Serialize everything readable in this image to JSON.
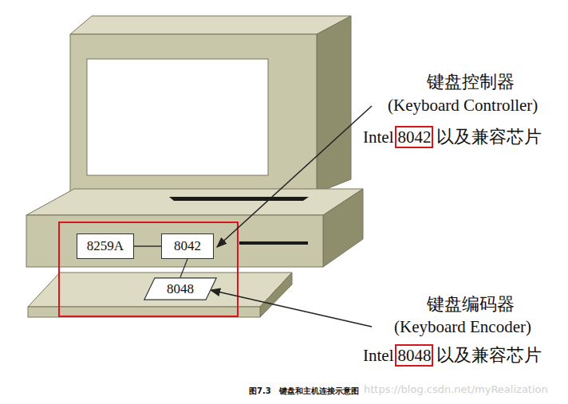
{
  "diagram": {
    "caption": "图7.3　键盘和主机连接示意图",
    "nodes": [
      {
        "text": [
          "8259A"
        ]
      },
      {
        "text": [
          "8042"
        ]
      },
      {
        "text": [
          "8048"
        ]
      },
      {
        "text": [
          "8042"
        ]
      },
      {
        "text": [
          "8048"
        ]
      }
    ],
    "edges": [
      {
        "from": 0,
        "to": 1,
        "arrow": "none"
      },
      {
        "from": 1,
        "to": 2,
        "arrow": "none"
      }
    ],
    "labels": [
      "键盘控制器",
      "(Keyboard Controller)",
      "Intel",
      "以及兼容芯片",
      "键盘编码器",
      "(Keyboard Encoder)",
      "Intel",
      "以及兼容芯片",
      "https://blog.csdn.net/myRealization"
    ]
  }
}
